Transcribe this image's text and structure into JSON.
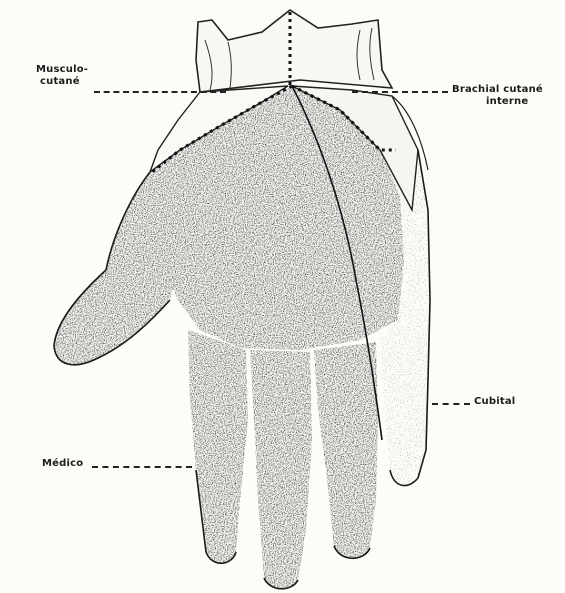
{
  "figure": {
    "labels": {
      "musculo_cutane_line1": "Musculo-",
      "musculo_cutane_line2": "cutané",
      "brachial_line1": "Brachial cutané",
      "brachial_line2": "interne",
      "cubital": "Cubital",
      "median": "Médico"
    },
    "colors": {
      "paper": "#fcfcf9",
      "ink": "#1c1c1c",
      "stipple": "#111111"
    }
  }
}
